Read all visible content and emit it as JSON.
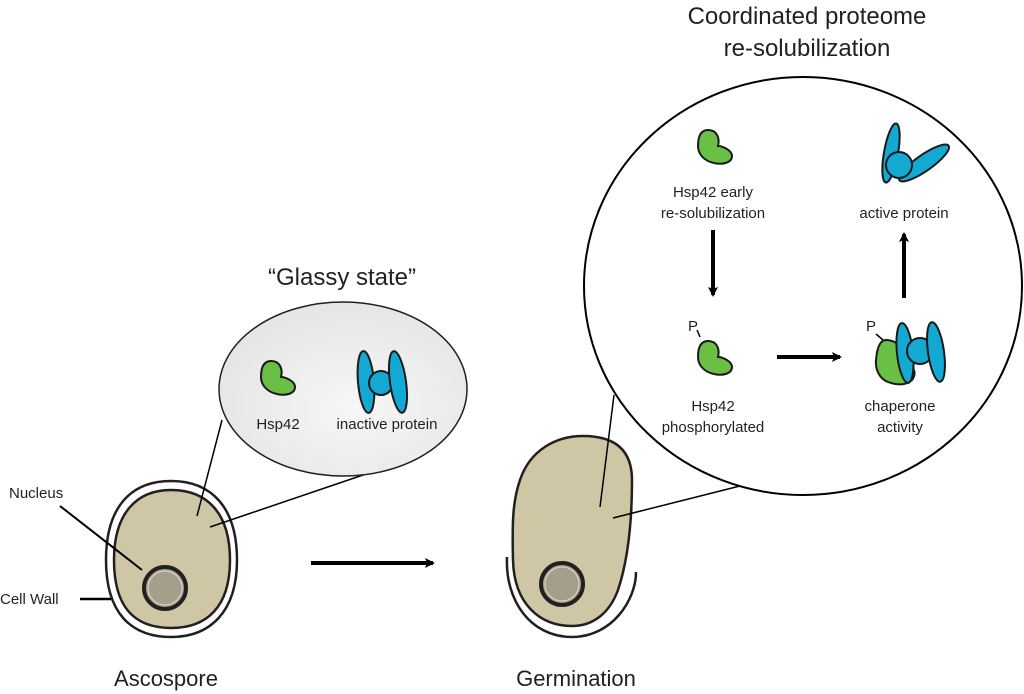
{
  "titles": {
    "glassy_state": "“Glassy state”",
    "coordinated_line1": "Coordinated proteome",
    "coordinated_line2": "re-solubilization"
  },
  "cells": {
    "ascospore": "Ascospore",
    "germination": "Germination",
    "nucleus": "Nucleus",
    "cell_wall": "Cell Wall"
  },
  "glassy": {
    "hsp42": "Hsp42",
    "inactive_protein": "inactive protein"
  },
  "resolubilization": {
    "early_line1": "Hsp42 early",
    "early_line2": "re-solubilization",
    "phos_line1": "Hsp42",
    "phos_line2": "phosphorylated",
    "chap_line1": "chaperone",
    "chap_line2": "activity",
    "active_protein": "active protein",
    "phospho_mark": "P",
    "phospho_mark_2": "P"
  },
  "colors": {
    "hsp42_green": "#6abf45",
    "protein_blue": "#14a9d2",
    "cytoplasm": "#cec6a4",
    "nucleus": "#a49e8b",
    "glassy_fill": "#ececec"
  }
}
